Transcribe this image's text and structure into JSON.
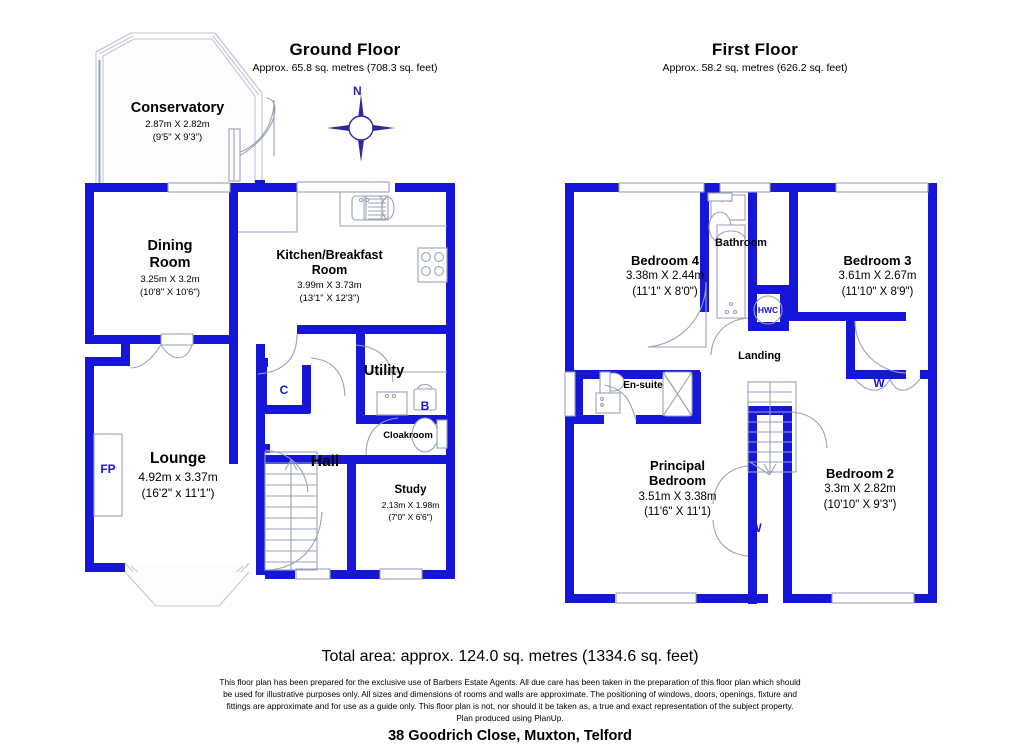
{
  "document": {
    "address": "38 Goodrich Close, Muxton, Telford",
    "total_area": "Total area: approx. 124.0 sq. metres (1334.6 sq. feet)",
    "disclaimer_lines": [
      "This floor plan has been prepared for the exclusive use of Barbers Estate Agents. All due care has been taken in the preparation of this floor plan which should",
      "be used for illustrative purposes only. All sizes and dimensions of rooms and walls are approximate. The positioning of windows, doors, openings, fixture and",
      "fittings are approximate and for use as a guide only. This floor plan is not, nor should it be taken as, a true and exact representation of the subject property.",
      "Plan produced using PlanUp."
    ]
  },
  "colors": {
    "wall": "#1616d8",
    "fixture_line": "#aab0c4",
    "compass": "#2a2a9c",
    "text": "#000000",
    "tag": "#1616d8"
  },
  "compass": {
    "label": "N",
    "name": "compass-rose"
  },
  "floors": [
    {
      "id": "ground",
      "title": "Ground Floor",
      "subtitle": "Approx. 65.8 sq. metres (708.3 sq. feet)",
      "rooms": [
        {
          "id": "conservatory",
          "name": "Conservatory",
          "metric": "2.87m X 2.82m",
          "imperial": "(9'5\" X 9'3\")"
        },
        {
          "id": "dining-room",
          "name": "Dining\nRoom",
          "name1": "Dining",
          "name2": "Room",
          "metric": "3.25m X 3.2m",
          "imperial": "(10'8\" X 10'6\")"
        },
        {
          "id": "kitchen-breakfast-room",
          "name1": "Kitchen/Breakfast",
          "name2": "Room",
          "metric": "3.99m X 3.73m",
          "imperial": "(13'1\" X 12'3\")"
        },
        {
          "id": "lounge",
          "name": "Lounge",
          "metric": "4.92m x 3.37m",
          "imperial": "(16'2\" x 11'1\")"
        },
        {
          "id": "hall",
          "name": "Hall",
          "metric": "",
          "imperial": ""
        },
        {
          "id": "utility",
          "name": "Utility",
          "metric": "",
          "imperial": ""
        },
        {
          "id": "cloakroom",
          "name": "Cloakroom",
          "metric": "",
          "imperial": ""
        },
        {
          "id": "study",
          "name": "Study",
          "metric": "2.13m X 1.98m",
          "imperial": "(7'0\" X 6'6\")"
        }
      ],
      "tags": [
        {
          "id": "fireplace",
          "label": "FP"
        },
        {
          "id": "cupboard-c",
          "label": "C"
        },
        {
          "id": "boiler-b",
          "label": "B"
        }
      ]
    },
    {
      "id": "first",
      "title": "First Floor",
      "subtitle": "Approx. 58.2 sq. metres (626.2 sq. feet)",
      "rooms": [
        {
          "id": "bedroom-4",
          "name": "Bedroom 4",
          "metric": "3.38m X 2.44m",
          "imperial": "(11'1\" X 8'0\")"
        },
        {
          "id": "bathroom",
          "name": "Bathroom",
          "metric": "",
          "imperial": ""
        },
        {
          "id": "bedroom-3",
          "name": "Bedroom 3",
          "metric": "3.61m X 2.67m",
          "imperial": "(11'10\" X 8'9\")"
        },
        {
          "id": "landing",
          "name": "Landing",
          "metric": "",
          "imperial": ""
        },
        {
          "id": "en-suite",
          "name": "En-suite",
          "metric": "",
          "imperial": ""
        },
        {
          "id": "principal-bedroom",
          "name1": "Principal",
          "name2": "Bedroom",
          "metric": "3.51m X 3.38m",
          "imperial": "(11'6\" X 11'1)"
        },
        {
          "id": "bedroom-2",
          "name": "Bedroom 2",
          "metric": "3.3m X 2.82m",
          "imperial": "(10'10\" X 9'3\")"
        }
      ],
      "tags": [
        {
          "id": "hot-water-cylinder",
          "label": "HWC"
        },
        {
          "id": "wardrobe-bedroom3",
          "label": "W"
        },
        {
          "id": "wardrobe-principal",
          "label": "W"
        }
      ]
    }
  ]
}
